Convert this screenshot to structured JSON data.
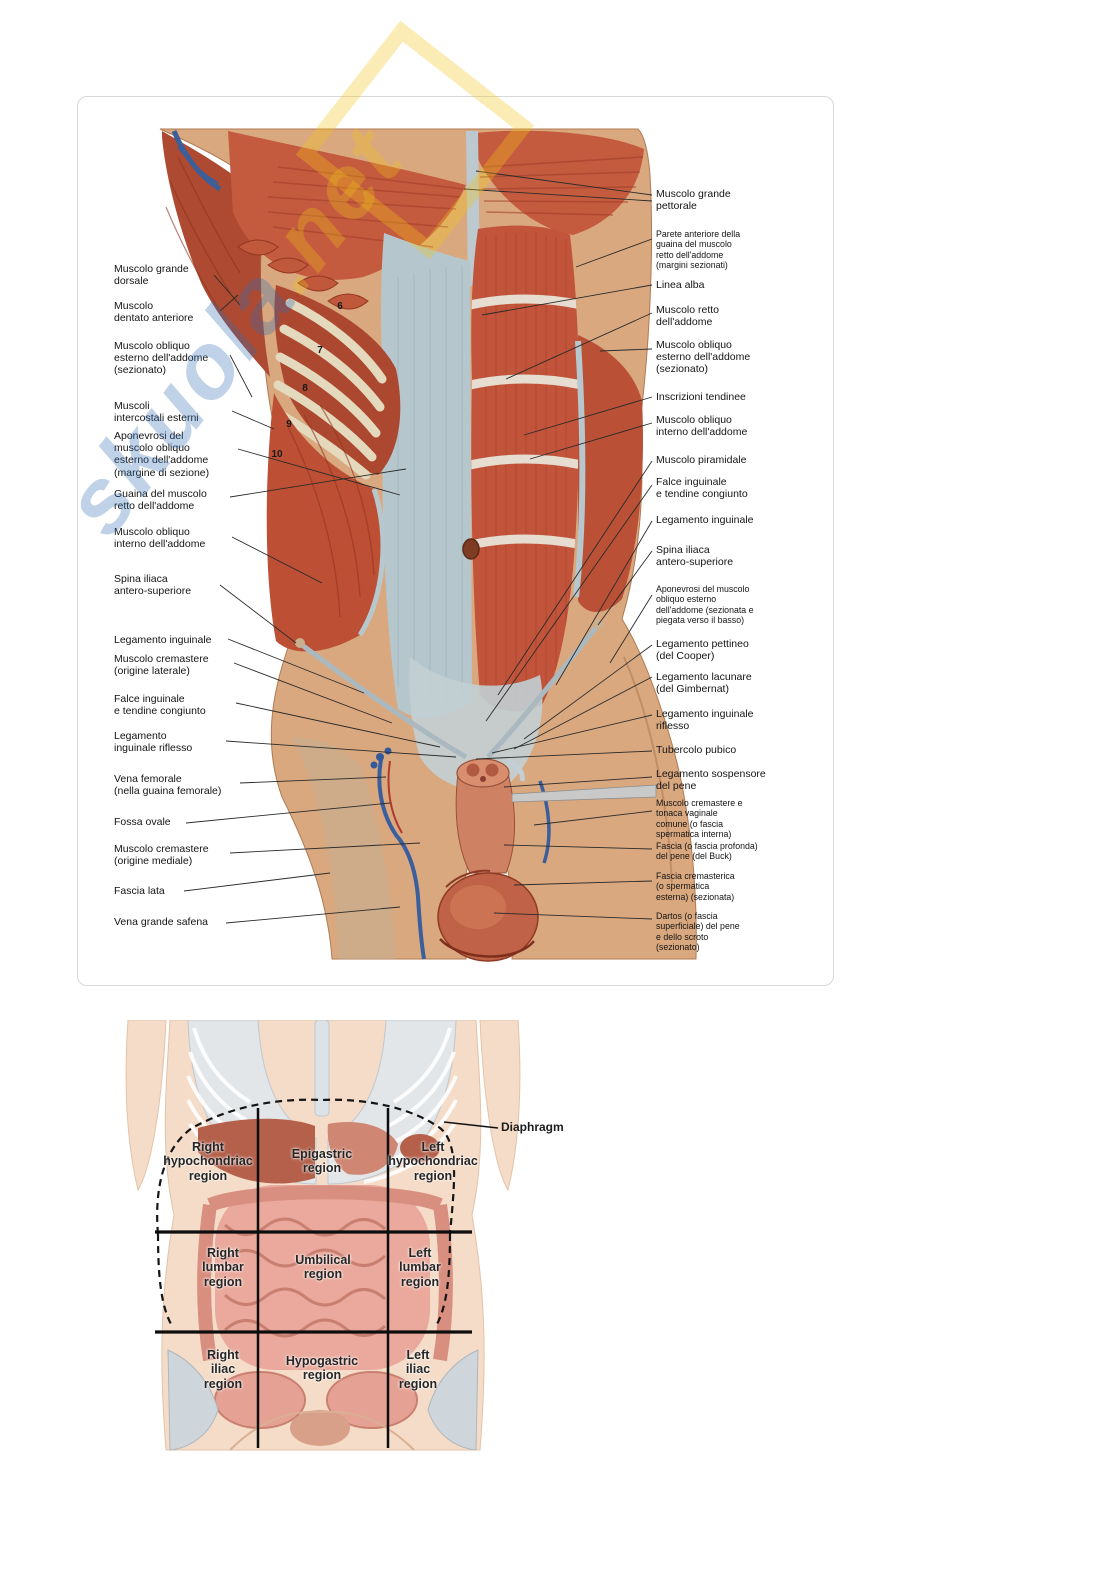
{
  "watermark": {
    "main": "skuola",
    "suffix": ".net",
    "color_main": "#2e6cb6",
    "color_suffix": "#f0c419"
  },
  "figure1": {
    "rib_numbers": [
      "6",
      "7",
      "8",
      "9",
      "10"
    ],
    "left_labels": [
      {
        "text": "Muscolo grande\ndorsale"
      },
      {
        "text": "Muscolo\ndentato anteriore"
      },
      {
        "text": "Muscolo obliquo\nesterno dell'addome\n(sezionato)"
      },
      {
        "text": "Muscoli\nintercostali esterni"
      },
      {
        "text": "Aponevrosi del\nmuscolo obliquo\nesterno dell'addome\n(margine di sezione)"
      },
      {
        "text": "Guaina del muscolo\nretto dell'addome"
      },
      {
        "text": "Muscolo obliquo\ninterno dell'addome"
      },
      {
        "text": "Spina iliaca\nantero-superiore"
      },
      {
        "text": "Legamento inguinale"
      },
      {
        "text": "Muscolo cremastere\n(origine laterale)"
      },
      {
        "text": "Falce inguinale\ne tendine congiunto"
      },
      {
        "text": "Legamento\ninguinale riflesso"
      },
      {
        "text": "Vena femorale\n(nella guaina femorale)"
      },
      {
        "text": "Fossa ovale"
      },
      {
        "text": "Muscolo cremastere\n(origine mediale)"
      },
      {
        "text": "Fascia lata"
      },
      {
        "text": "Vena grande safena"
      }
    ],
    "right_labels": [
      {
        "text": "Muscolo grande\npettorale"
      },
      {
        "text": "Parete anteriore della\nguaina del muscolo\nretto dell'addome\n(margini sezionati)"
      },
      {
        "text": "Linea alba"
      },
      {
        "text": "Muscolo retto\ndell'addome"
      },
      {
        "text": "Muscolo obliquo\nesterno dell'addome\n(sezionato)"
      },
      {
        "text": "Inscrizioni tendinee"
      },
      {
        "text": "Muscolo obliquo\ninterno dell'addome"
      },
      {
        "text": "Muscolo piramidale"
      },
      {
        "text": "Falce inguinale\ne tendine congiunto"
      },
      {
        "text": "Legamento inguinale"
      },
      {
        "text": "Spina iliaca\nantero-superiore"
      },
      {
        "text": "Aponevrosi del muscolo\nobliquo esterno\ndell'addome (sezionata e\npiegata verso il basso)"
      },
      {
        "text": "Legamento pettineo\n(del Cooper)"
      },
      {
        "text": "Legamento lacunare\n(del Gimbernat)"
      },
      {
        "text": "Legamento inguinale\nriflesso"
      },
      {
        "text": "Tubercolo pubico"
      },
      {
        "text": "Legamento sospensore\ndel pene"
      },
      {
        "text": "Muscolo cremastere e\ntonaca vaginale\ncomune (o fascia\nspermatica interna)"
      },
      {
        "text": "Fascia (o fascia profonda)\ndel pene (del Buck)"
      },
      {
        "text": "Fascia cremasterica\n(o spermatica\nesterna) (sezionata)"
      },
      {
        "text": "Dartos (o fascia\nsuperficiale) del pene\ne dello scroto\n(sezionato)"
      }
    ]
  },
  "figure2": {
    "region_labels": [
      {
        "text": "Right\nhypochondriac\nregion"
      },
      {
        "text": "Epigastric\nregion"
      },
      {
        "text": "Left\nhypochondriac\nregion"
      },
      {
        "text": "Right\nlumbar\nregion"
      },
      {
        "text": "Umbilical\nregion"
      },
      {
        "text": "Left\nlumbar\nregion"
      },
      {
        "text": "Right\niliac\nregion"
      },
      {
        "text": "Hypogastric\nregion"
      },
      {
        "text": "Left\niliac\nregion"
      }
    ],
    "diaphragm_label": "Diaphragm"
  },
  "colors": {
    "muscle": "#c1543a",
    "fascia": "#b7c7ce",
    "skin": "#d9a87f",
    "vein": "#3b5e9c"
  }
}
